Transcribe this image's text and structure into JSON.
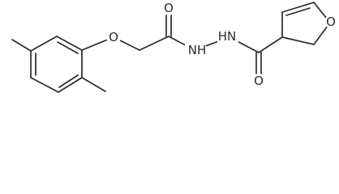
{
  "molecule": {
    "atoms": {
      "ether_oxygen": "O",
      "amide_oxygen": "O",
      "hydrazide_n1": "NH",
      "hydrazide_n2": "HN",
      "carbonyl_oxygen": "O",
      "furan_oxygen": "O"
    }
  },
  "colors": {
    "bond": "#2b2b2b",
    "label": "#2b2b2b",
    "background": "#ffffff"
  }
}
